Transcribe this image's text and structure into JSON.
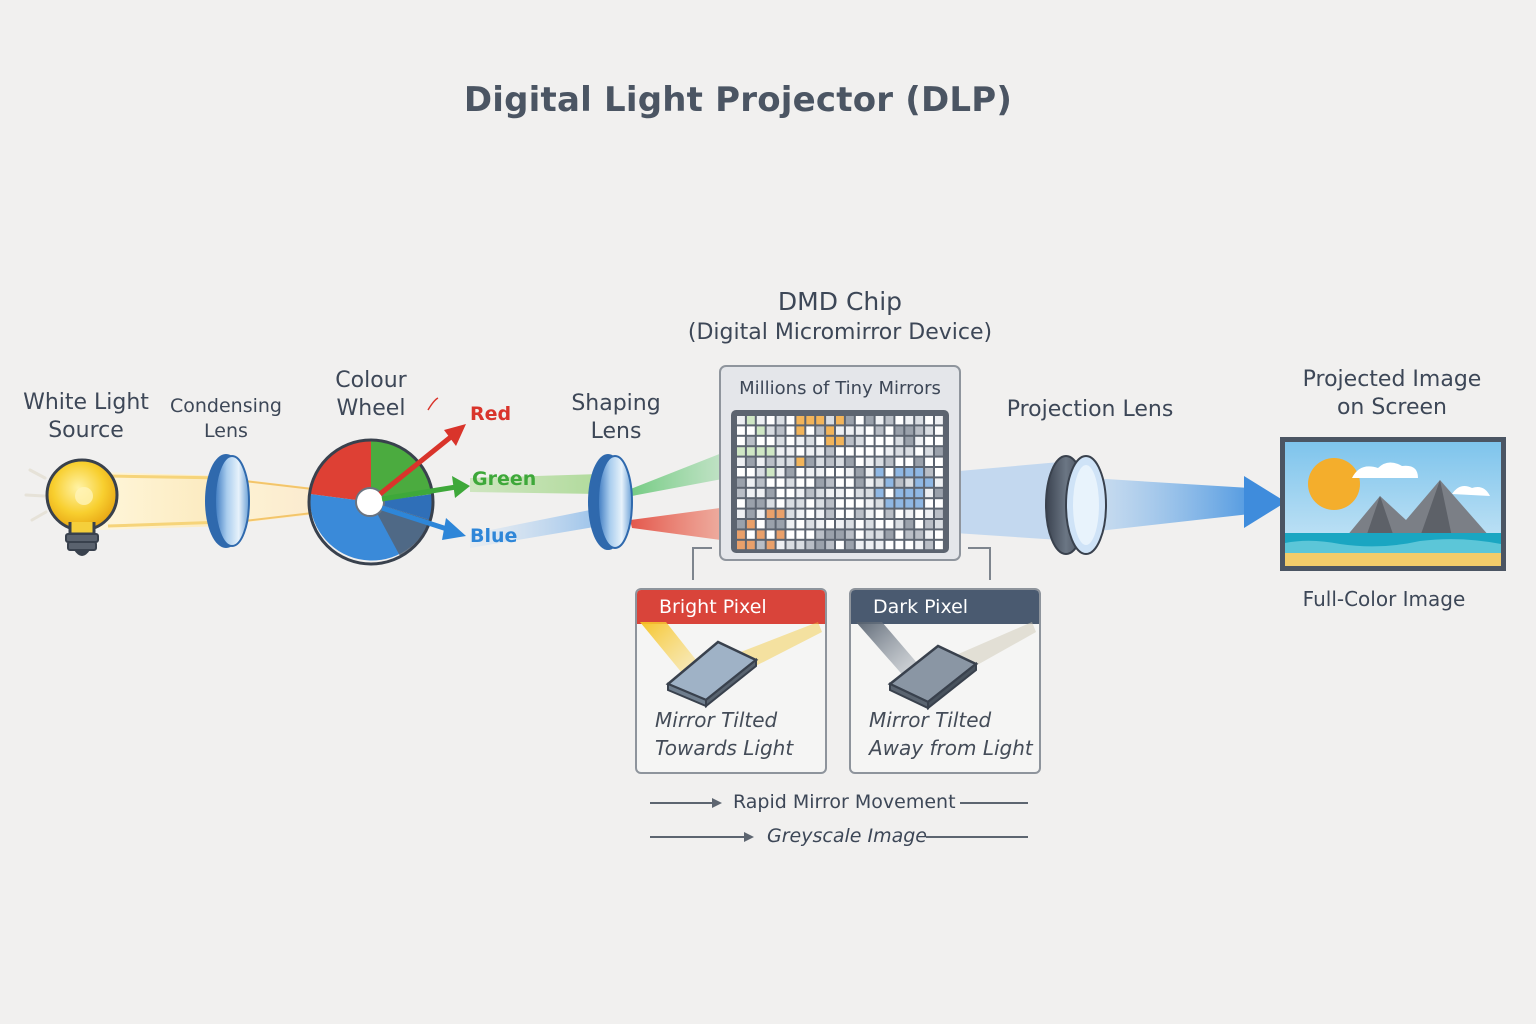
{
  "title": "Digital Light Projector (DLP)",
  "components": {
    "light_source": {
      "line1": "White Light",
      "line2": "Source"
    },
    "condensing_lens": {
      "line1": "Condensing",
      "line2": "Lens"
    },
    "colour_wheel": {
      "line1": "Colour",
      "line2": "Wheel"
    },
    "shaping_lens": {
      "line1": "Shaping",
      "line2": "Lens"
    },
    "dmd_chip": {
      "line1": "DMD Chip",
      "line2": "(Digital Micromirror Device)",
      "inner_label": "Millions of Tiny Mirrors"
    },
    "projection_lens": {
      "label": "Projection Lens"
    },
    "screen": {
      "line1": "Projected Image",
      "line2": "on Screen",
      "caption": "Full-Color Image"
    }
  },
  "colours": {
    "red": "Red",
    "green": "Green",
    "blue": "Blue"
  },
  "pixel_states": {
    "bright": {
      "header": "Bright Pixel",
      "line1": "Mirror Tilted",
      "line2": "Towards Light",
      "color": "#d9443a"
    },
    "dark": {
      "header": "Dark Pixel",
      "line1": "Mirror Tilted",
      "line2": "Away from Light",
      "color": "#4a5a70"
    }
  },
  "flow": {
    "step1": "Rapid Mirror Movement",
    "step2": "Greyscale Image"
  },
  "palette": {
    "red": "#d9342b",
    "green": "#3ea83a",
    "blue": "#2e86d8",
    "accent": "#f3b531",
    "lens": "#bcd7f0"
  }
}
